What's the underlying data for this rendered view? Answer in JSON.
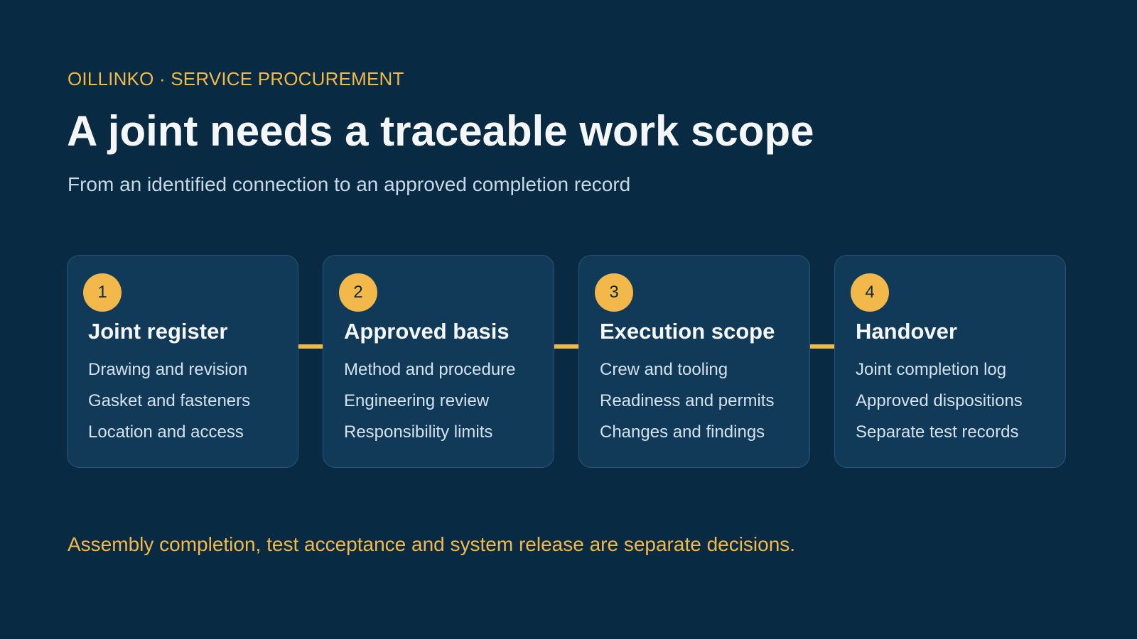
{
  "header": {
    "eyebrow": "OILLINKO · SERVICE PROCUREMENT",
    "title": "A joint needs a traceable work scope",
    "subtitle": "From an identified connection to an approved completion record"
  },
  "steps": [
    {
      "number": "1",
      "title": "Joint register",
      "items": [
        "Drawing and revision",
        "Gasket and fasteners",
        "Location and access"
      ]
    },
    {
      "number": "2",
      "title": "Approved basis",
      "items": [
        "Method and procedure",
        "Engineering review",
        "Responsibility limits"
      ]
    },
    {
      "number": "3",
      "title": "Execution scope",
      "items": [
        "Crew and tooling",
        "Readiness and permits",
        "Changes and findings"
      ]
    },
    {
      "number": "4",
      "title": "Handover",
      "items": [
        "Joint completion log",
        "Approved dispositions",
        "Separate test records"
      ]
    }
  ],
  "footer": {
    "note": "Assembly completion, test acceptance and system release are separate decisions."
  },
  "colors": {
    "background": "#082a42",
    "card": "#113a58",
    "accent": "#f2b94a"
  }
}
